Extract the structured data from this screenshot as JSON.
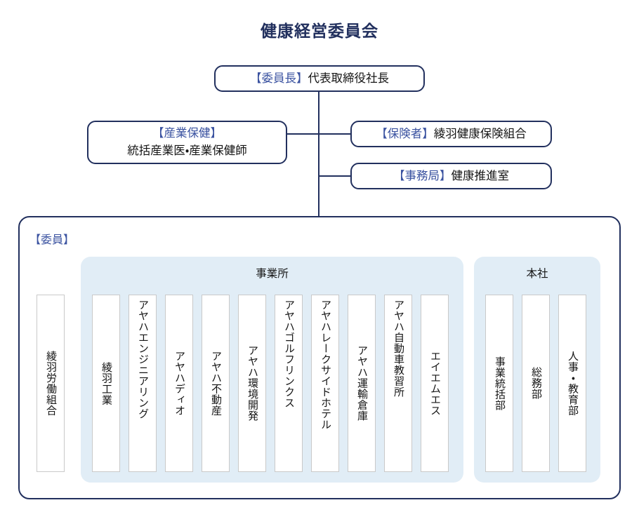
{
  "title": "健康経営委員会",
  "nodes": {
    "chair": {
      "tag": "【委員長】",
      "text": "代表取締役社長"
    },
    "health": {
      "tag": "【産業保健】",
      "text": "統括産業医・産業保健師"
    },
    "insurer": {
      "tag": "【保険者】",
      "text": "綾羽健康保険組合"
    },
    "office": {
      "tag": "【事務局】",
      "text": "健康推進室"
    }
  },
  "committee": {
    "label": "【委員】",
    "union": {
      "name": "綾羽労働組合"
    },
    "groups": [
      {
        "title": "事業所",
        "members": [
          {
            "name": "綾羽工業"
          },
          {
            "name": "アヤハエンジニアリング"
          },
          {
            "name": "アヤハディオ"
          },
          {
            "name": "アヤハ不動産"
          },
          {
            "name": "アヤハ環境開発"
          },
          {
            "name": "アヤハゴルフリンクス"
          },
          {
            "name": "アヤハレークサイドホテル"
          },
          {
            "name": "アヤハ運輸倉庫"
          },
          {
            "name": "アヤハ自動車教習所"
          },
          {
            "name": "エイエムエス"
          }
        ]
      },
      {
        "title": "本社",
        "members": [
          {
            "name": "事業統括部"
          },
          {
            "name": "総務部"
          },
          {
            "name": "人事・教育部"
          }
        ]
      }
    ]
  },
  "colors": {
    "navy": "#22305e",
    "tag_blue": "#3a52a0",
    "panel_blue": "#e1edf6",
    "card_border": "#c9c9c9"
  }
}
